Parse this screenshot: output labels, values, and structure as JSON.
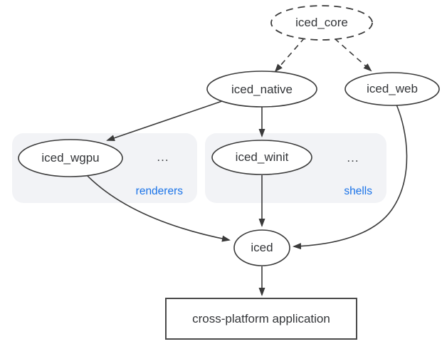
{
  "nodes": {
    "iced_core": {
      "label": "iced_core",
      "shape": "ellipse-dashed"
    },
    "iced_native": {
      "label": "iced_native",
      "shape": "ellipse"
    },
    "iced_web": {
      "label": "iced_web",
      "shape": "ellipse"
    },
    "iced_wgpu": {
      "label": "iced_wgpu",
      "shape": "ellipse"
    },
    "iced_winit": {
      "label": "iced_winit",
      "shape": "ellipse"
    },
    "iced": {
      "label": "iced",
      "shape": "ellipse"
    },
    "app": {
      "label": "cross-platform application",
      "shape": "rectangle"
    }
  },
  "groups": {
    "renderers": {
      "label": "renderers",
      "ellipsis": "..."
    },
    "shells": {
      "label": "shells",
      "ellipsis": "..."
    }
  },
  "edges": [
    {
      "from": "iced_core",
      "to": "iced_native",
      "style": "dashed"
    },
    {
      "from": "iced_core",
      "to": "iced_web",
      "style": "dashed"
    },
    {
      "from": "iced_native",
      "to": "iced_wgpu",
      "style": "solid"
    },
    {
      "from": "iced_native",
      "to": "iced_winit",
      "style": "solid"
    },
    {
      "from": "iced_wgpu",
      "to": "iced",
      "style": "solid"
    },
    {
      "from": "iced_winit",
      "to": "iced",
      "style": "solid"
    },
    {
      "from": "iced_web",
      "to": "iced",
      "style": "solid"
    },
    {
      "from": "iced",
      "to": "app",
      "style": "solid"
    }
  ],
  "colors": {
    "stroke": "#3a3a3a",
    "text": "#333538",
    "group_background": "#f2f3f6",
    "group_label": "#1a73e8",
    "node_fill": "#ffffff",
    "page_background": "#ffffff"
  }
}
